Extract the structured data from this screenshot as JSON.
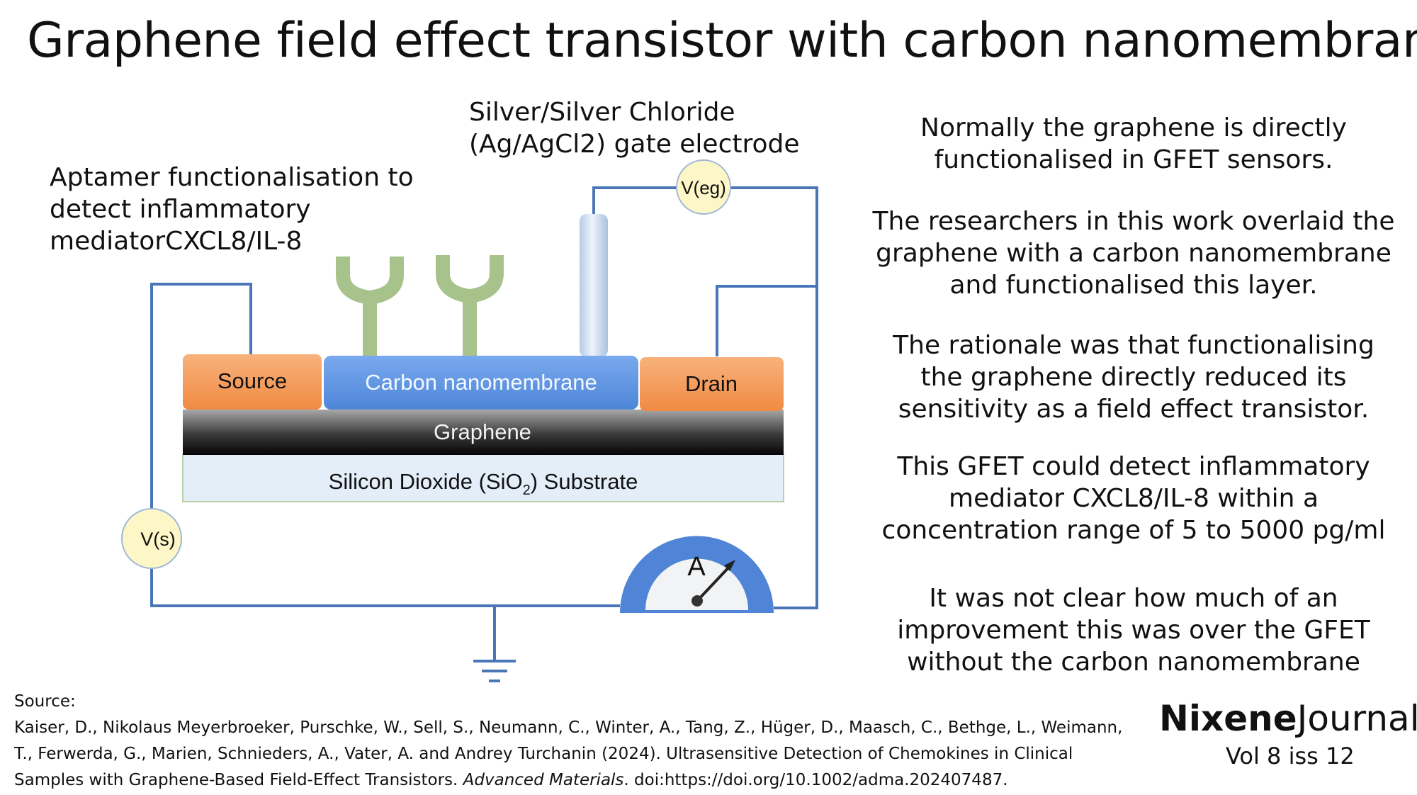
{
  "title": "Graphene field effect transistor with carbon nanomembrane",
  "diagram": {
    "aptamer_label": "Aptamer functionalisation to detect inflammatory mediatorCXCL8/IL-8",
    "gate_label": "Silver/Silver Chloride (Ag/AgCl2) gate electrode",
    "source": "Source",
    "carbon_nanomembrane": "Carbon nanomembrane",
    "drain": "Drain",
    "graphene": "Graphene",
    "substrate_prefix": "Silicon Dioxide (SiO",
    "substrate_sub": "2",
    "substrate_suffix": ") Substrate",
    "v_eg": "V(eg)",
    "v_s": "V(s)",
    "ammeter": "A",
    "colors": {
      "wire": "#4a76b8",
      "source_drain": "#f59a58",
      "membrane": "#5b93e0",
      "substrate": "#e4eef9",
      "aptamer": "#a7c28b",
      "meter": "#fdf7c8"
    }
  },
  "notes": [
    "Normally the graphene is directly functionalised in GFET sensors.",
    "The researchers in this work overlaid the graphene with a carbon nanomembrane and functionalised this layer.",
    "The rationale was that functionalising the graphene directly reduced its sensitivity as a field effect transistor.",
    "This GFET could detect inflammatory mediator CXCL8/IL-8 within a concentration range of 5 to 5000 pg/ml",
    "It was not clear how much of an improvement this was over the GFET without the carbon nanomembrane"
  ],
  "source": {
    "label": "Source:",
    "citation_start": "Kaiser, D., Nikolaus Meyerbroeker, Purschke, W., Sell, S., Neumann, C., Winter, A., Tang, Z., Hüger, D., Maasch, C., Bethge, L., Weimann, T., Ferwerda, G., Marien, Schnieders, A., Vater, A. and Andrey Turchanin (2024). Ultrasensitive Detection of Chemokines in Clinical Samples with Graphene-Based Field-Effect Transistors.",
    "journal": "Advanced Materials",
    "doi": ". doi:https://doi.org/10.1002/adma.202407487."
  },
  "brand": {
    "bold": "Nixene",
    "regular": "Journal",
    "volume": "Vol 8  iss 12"
  }
}
